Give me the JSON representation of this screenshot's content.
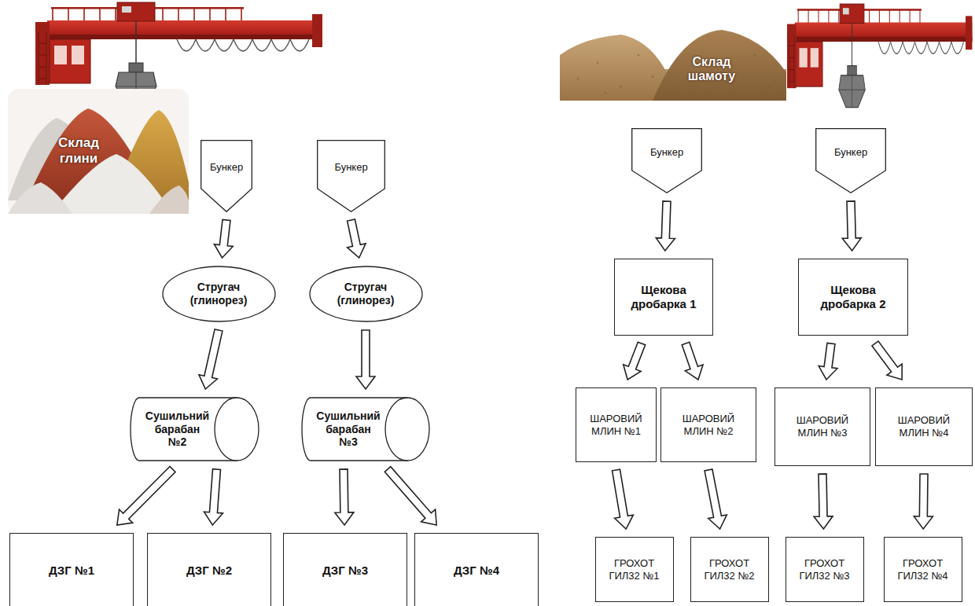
{
  "diagram": {
    "nodes": [
      {
        "text": [
          "Бункер"
        ]
      },
      {
        "text": [
          "Бункер"
        ]
      },
      {
        "text": [
          "Стругач (глинорез)"
        ]
      },
      {
        "text": [
          "Стругач (глинорез)"
        ]
      },
      {
        "text": [
          "Сушильний барабан №2"
        ]
      },
      {
        "text": [
          "Сушильний барабан №3"
        ]
      },
      {
        "text": [
          "ДЗГ №1"
        ]
      },
      {
        "text": [
          "ДЗГ №2"
        ]
      },
      {
        "text": [
          "ДЗГ №3"
        ]
      },
      {
        "text": [
          "ДЗГ №4"
        ]
      },
      {
        "text": [
          "Бункер"
        ]
      },
      {
        "text": [
          "Бункер"
        ]
      },
      {
        "text": [
          "Щекова дробарка 1"
        ]
      },
      {
        "text": [
          "Щекова дробарка 2"
        ]
      },
      {
        "text": [
          "ШАРОВИЙ МЛИН №1"
        ]
      },
      {
        "text": [
          "ШАРОВИЙ МЛИН №2"
        ]
      },
      {
        "text": [
          "ШАРОВИЙ МЛИН №3"
        ]
      },
      {
        "text": [
          "ШАРОВИЙ МЛИН №4"
        ]
      },
      {
        "text": [
          "ГРОХОТ ГИЛ32 №1"
        ]
      },
      {
        "text": [
          "ГРОХОТ ГИЛ32 №2"
        ]
      },
      {
        "text": [
          "ГРОХОТ ГИЛ32 №3"
        ]
      },
      {
        "text": [
          "ГРОХОТ ГИЛ32 №4"
        ]
      }
    ],
    "edges": [
      {
        "from": 0,
        "to": 2,
        "arrow": "to"
      },
      {
        "from": 1,
        "to": 3,
        "arrow": "to"
      },
      {
        "from": 2,
        "to": 4,
        "arrow": "to"
      },
      {
        "from": 3,
        "to": 5,
        "arrow": "to"
      },
      {
        "from": 4,
        "to": 6,
        "arrow": "to"
      },
      {
        "from": 4,
        "to": 7,
        "arrow": "to"
      },
      {
        "from": 5,
        "to": 8,
        "arrow": "to"
      },
      {
        "from": 5,
        "to": 9,
        "arrow": "to"
      },
      {
        "from": 10,
        "to": 12,
        "arrow": "to"
      },
      {
        "from": 11,
        "to": 13,
        "arrow": "to"
      },
      {
        "from": 12,
        "to": 14,
        "arrow": "to"
      },
      {
        "from": 12,
        "to": 15,
        "arrow": "to"
      },
      {
        "from": 13,
        "to": 16,
        "arrow": "to"
      },
      {
        "from": 13,
        "to": 17,
        "arrow": "to"
      },
      {
        "from": 14,
        "to": 18,
        "arrow": "to"
      },
      {
        "from": 15,
        "to": 19,
        "arrow": "to"
      },
      {
        "from": 16,
        "to": 20,
        "arrow": "to"
      },
      {
        "from": 17,
        "to": 21,
        "arrow": "to"
      }
    ],
    "labels": [
      "Склад глини",
      "Склад шамоту"
    ]
  }
}
